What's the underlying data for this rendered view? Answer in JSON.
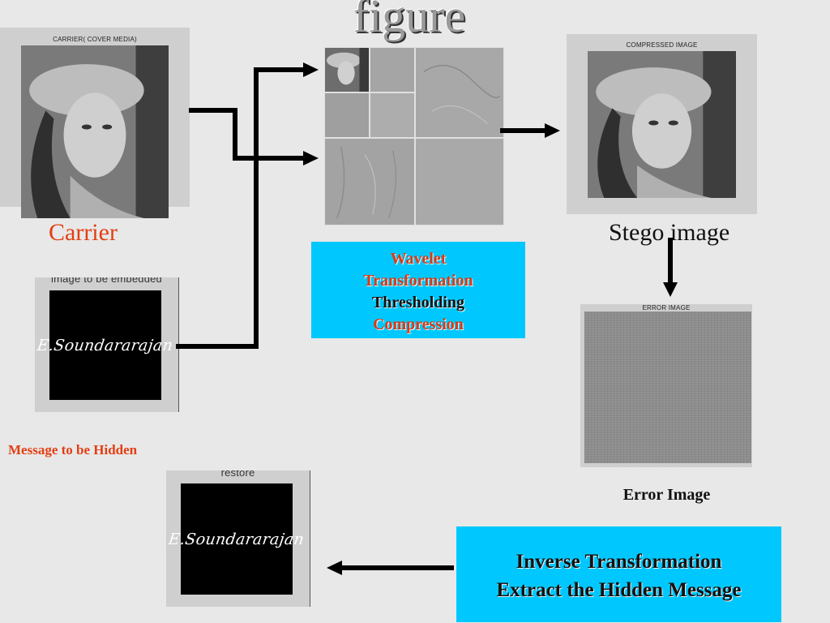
{
  "title": "figure",
  "carrier_panel": {
    "caption": "CARRIER( COVER MEDIA)",
    "label": "Carrier"
  },
  "compressed_panel": {
    "caption": "COMPRESSED IMAGE",
    "label": "Stego image"
  },
  "embed_panel": {
    "caption": "image to be embedded",
    "signature": "E.Soundararajan",
    "label": "Message to be Hidden"
  },
  "error_panel": {
    "caption": "ERROR IMAGE",
    "label": "Error Image"
  },
  "restore_panel": {
    "caption": "restore",
    "signature": "E.Soundararajan"
  },
  "wavelet_box": {
    "lines": [
      "Wavelet",
      "Transformation",
      "Thresholding",
      "Compression"
    ]
  },
  "inverse_box": {
    "lines": [
      "Inverse Transformation",
      "Extract the Hidden Message"
    ]
  },
  "colors": {
    "accent_red": "#e33e12",
    "box_cyan": "#00c8ff",
    "background": "#e8e8e8"
  }
}
